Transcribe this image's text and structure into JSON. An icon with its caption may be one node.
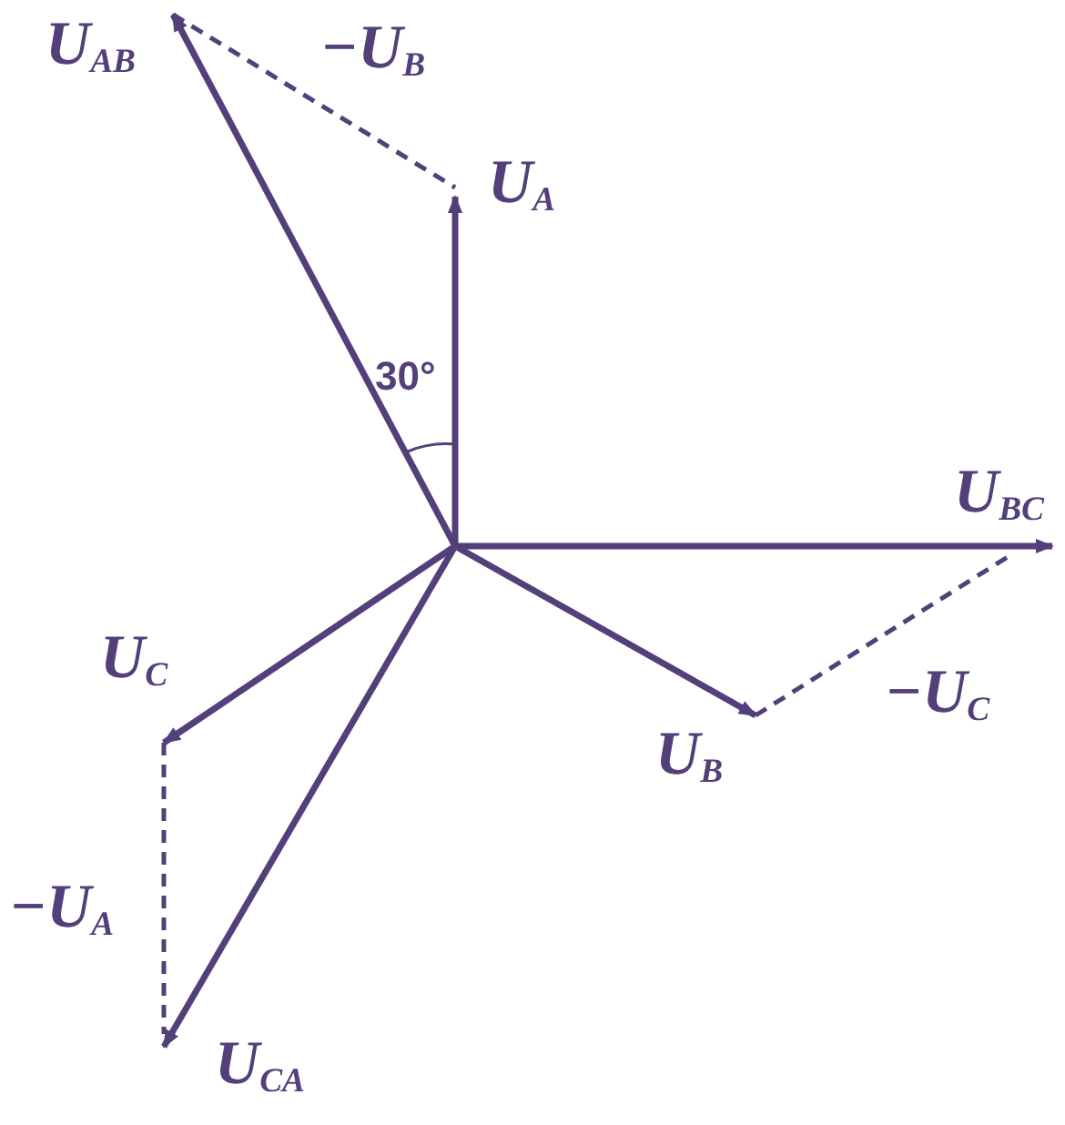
{
  "diagram": {
    "labels": [
      "U$_{AB}$",
      "−U$_{B}$",
      "U$_{A}$",
      "30°",
      "U$_{BC}$",
      "U$_{C}$",
      "−U$_{C}$",
      "U$_{B}$",
      "−U$_{A}$",
      "U$_{CA}$"
    ]
  }
}
